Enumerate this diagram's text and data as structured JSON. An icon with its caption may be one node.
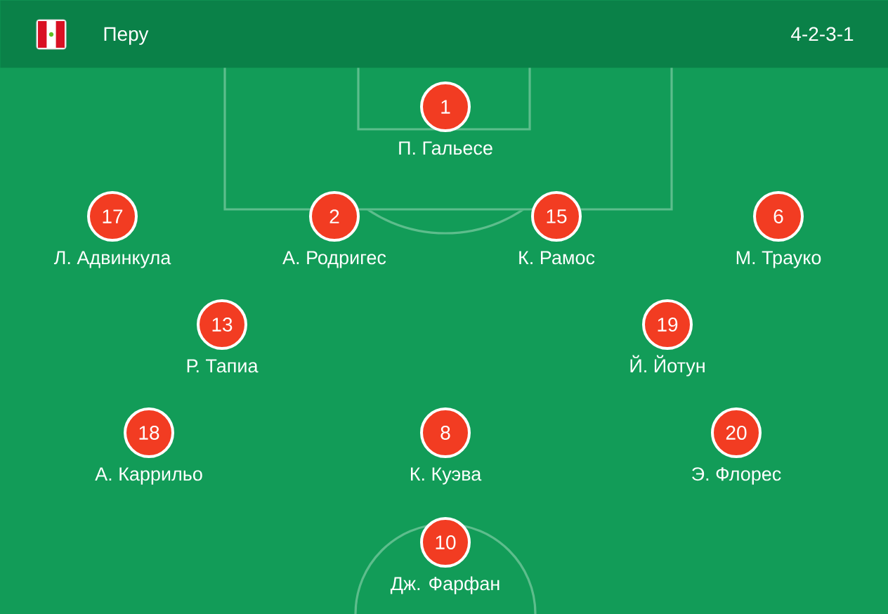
{
  "diagram": {
    "nodes": [
      {
        "text": [
          "Перу",
          "4-2-3-1"
        ]
      },
      {
        "text": [
          "1"
        ],
        "beside": [
          "П. Гальесе"
        ]
      },
      {
        "text": [
          "17"
        ],
        "beside": [
          "Л. Адвинкула"
        ]
      },
      {
        "text": [
          "2"
        ],
        "beside": [
          "А. Родригес"
        ]
      },
      {
        "text": [
          "15"
        ],
        "beside": [
          "К. Рамос"
        ]
      },
      {
        "text": [
          "6"
        ],
        "beside": [
          "М. Трауко"
        ]
      },
      {
        "text": [
          "13"
        ],
        "beside": [
          "Р. Тапиа"
        ]
      },
      {
        "text": [
          "19"
        ],
        "beside": [
          "Й. Йотун"
        ]
      },
      {
        "text": [
          "18"
        ],
        "beside": [
          "А. Каррильо"
        ]
      },
      {
        "text": [
          "8"
        ],
        "beside": [
          "К. Куэва"
        ]
      },
      {
        "text": [
          "20"
        ],
        "beside": [
          "Э. Флорес"
        ]
      },
      {
        "text": [
          "10"
        ],
        "beside": [
          "Дж. Фарфан"
        ]
      }
    ]
  }
}
